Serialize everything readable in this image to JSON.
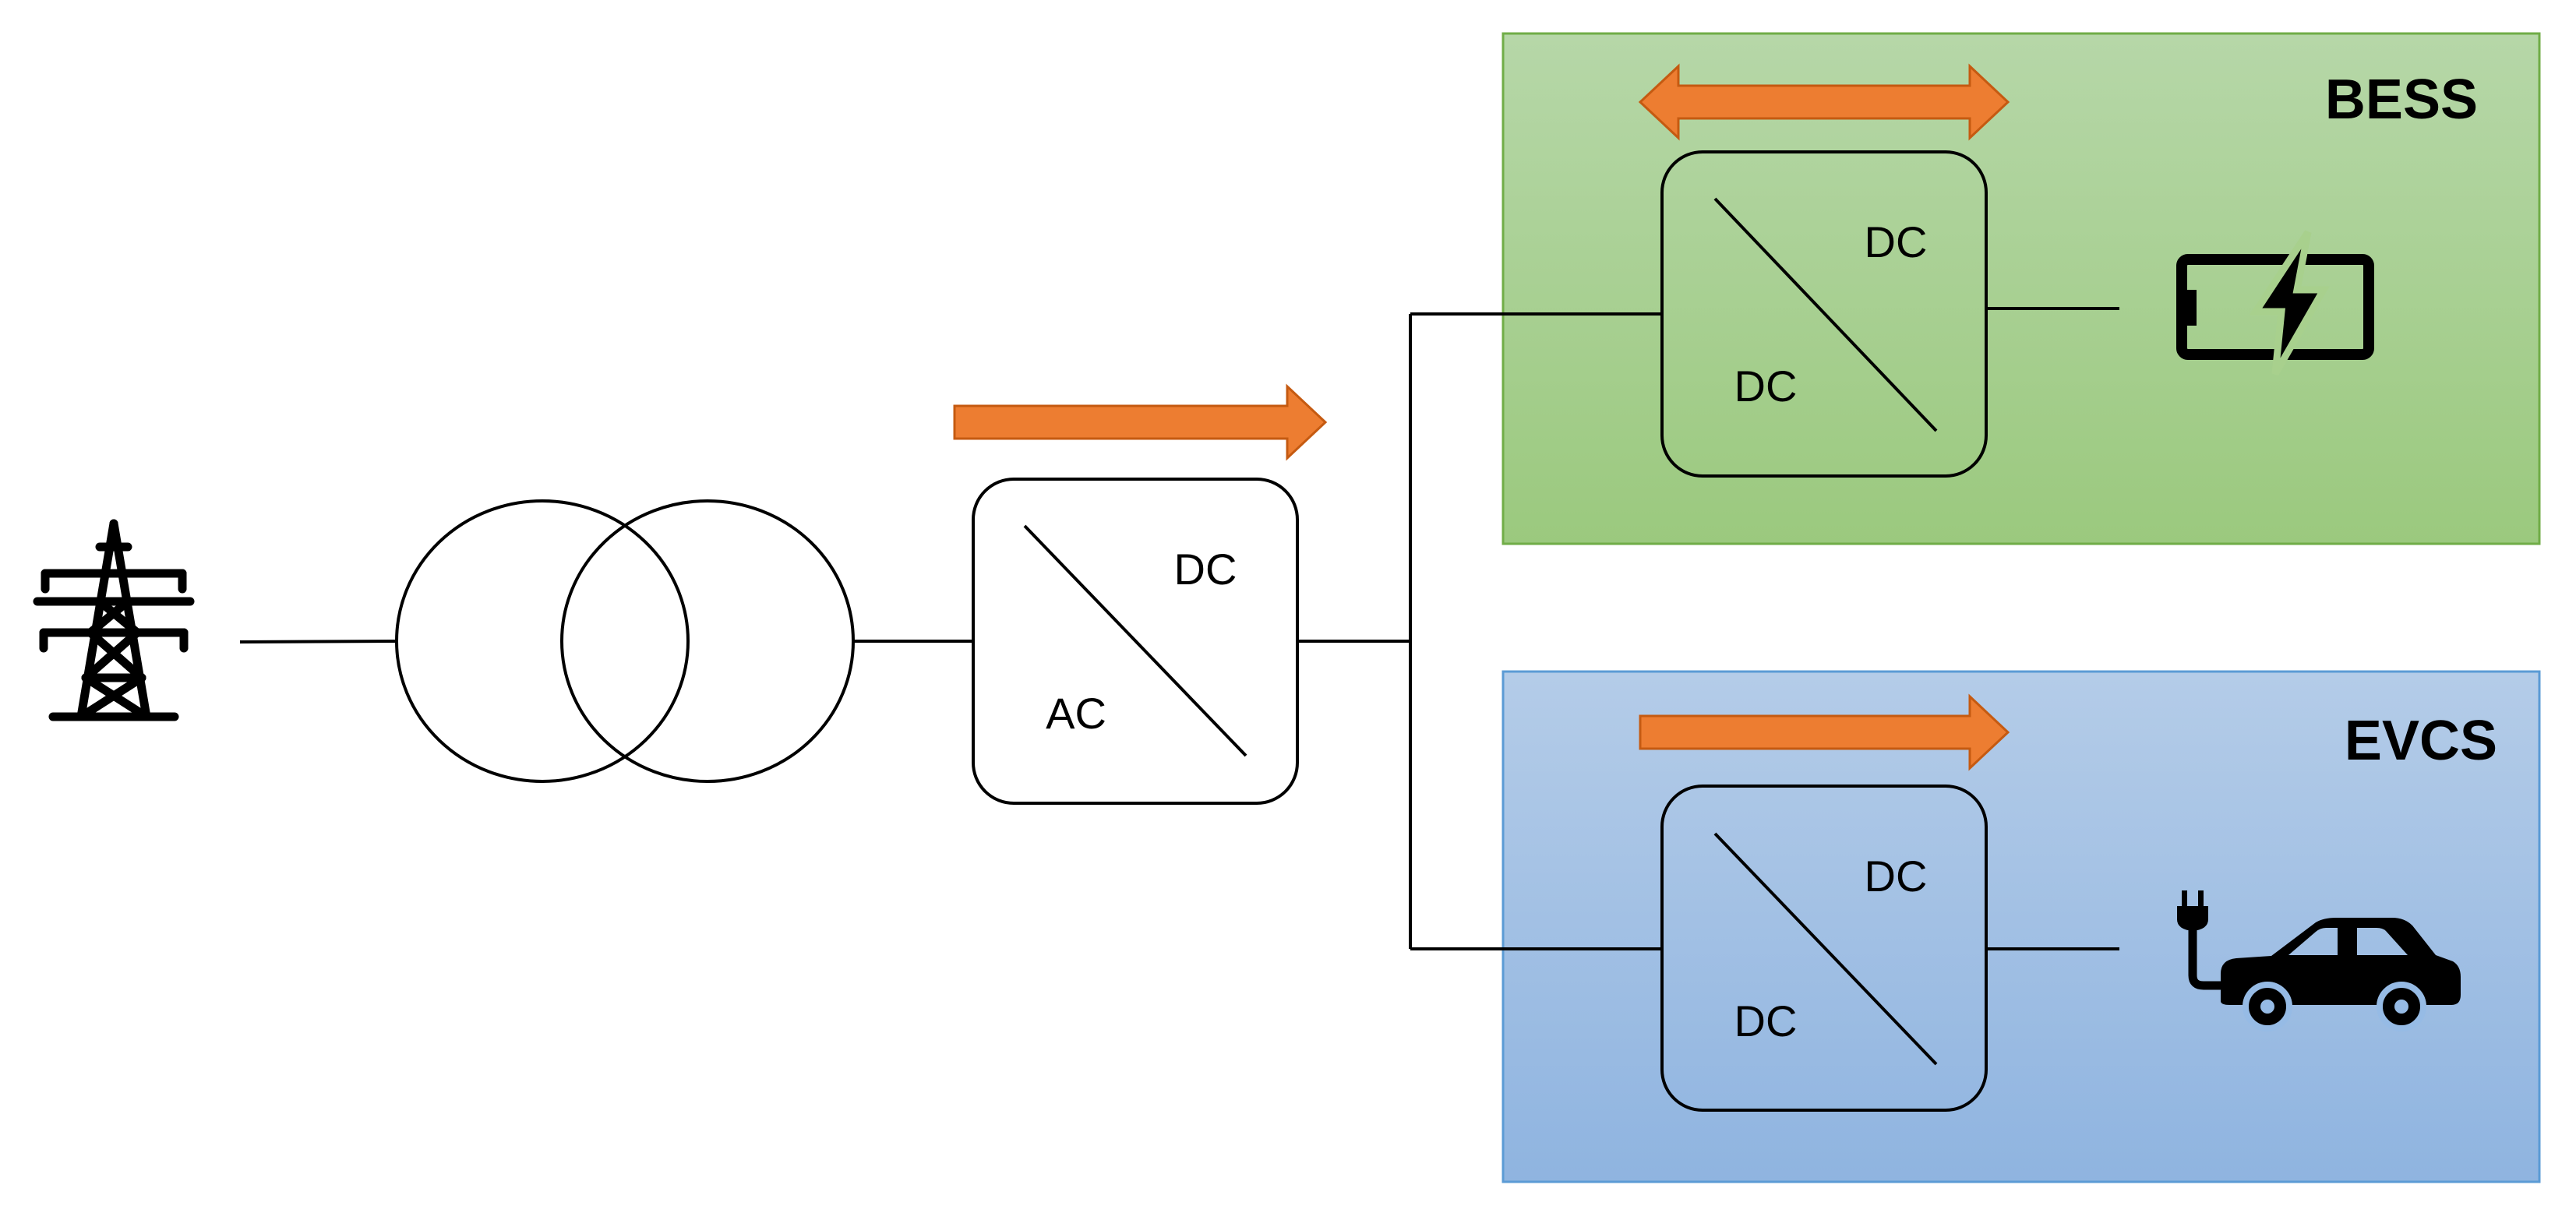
{
  "colors": {
    "line": "#000000",
    "arrow_fill": "#ED7D31",
    "arrow_stroke": "#C55A11",
    "bess_fill_top": "#B6D7A8",
    "bess_fill_bottom": "#9BC97E",
    "bess_border": "#70AD47",
    "evcs_fill_top": "#B4CCE8",
    "evcs_fill_bottom": "#8FB4E0",
    "evcs_border": "#5B9BD5"
  },
  "icons": {
    "grid": "transmission-tower-icon",
    "transformer": "transformer-symbol",
    "battery": "battery-charging-icon",
    "ev": "electric-car-icon"
  },
  "bess": {
    "title": "BESS",
    "converter": {
      "top_label": "DC",
      "bottom_label": "DC"
    },
    "power_flow": "bidirectional"
  },
  "evcs": {
    "title": "EVCS",
    "converter": {
      "top_label": "DC",
      "bottom_label": "DC"
    },
    "power_flow": "forward"
  },
  "rectifier": {
    "top_label": "DC",
    "bottom_label": "AC",
    "power_flow": "forward"
  }
}
